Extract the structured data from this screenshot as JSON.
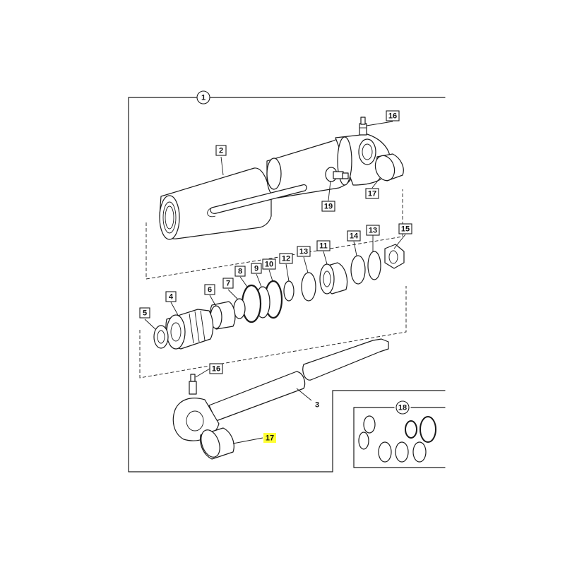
{
  "callouts": [
    {
      "id": "c1",
      "text": "1",
      "shape": "circle"
    },
    {
      "id": "c2",
      "text": "2",
      "shape": "box"
    },
    {
      "id": "c3",
      "text": "3",
      "shape": "plain"
    },
    {
      "id": "c4",
      "text": "4",
      "shape": "box"
    },
    {
      "id": "c5",
      "text": "5",
      "shape": "box"
    },
    {
      "id": "c6",
      "text": "6",
      "shape": "box"
    },
    {
      "id": "c7",
      "text": "7",
      "shape": "box"
    },
    {
      "id": "c8",
      "text": "8",
      "shape": "box"
    },
    {
      "id": "c9",
      "text": "9",
      "shape": "box"
    },
    {
      "id": "c10",
      "text": "10",
      "shape": "box"
    },
    {
      "id": "c11",
      "text": "11",
      "shape": "box"
    },
    {
      "id": "c12",
      "text": "12",
      "shape": "box"
    },
    {
      "id": "c13a",
      "text": "13",
      "shape": "box"
    },
    {
      "id": "c13b",
      "text": "13",
      "shape": "box"
    },
    {
      "id": "c14",
      "text": "14",
      "shape": "box"
    },
    {
      "id": "c15",
      "text": "15",
      "shape": "box"
    },
    {
      "id": "c16a",
      "text": "16",
      "shape": "box"
    },
    {
      "id": "c16b",
      "text": "16",
      "shape": "box"
    },
    {
      "id": "c17a",
      "text": "17",
      "shape": "box"
    },
    {
      "id": "c17b",
      "text": "17",
      "shape": "highlight"
    },
    {
      "id": "c18",
      "text": "18",
      "shape": "circle"
    },
    {
      "id": "c19",
      "text": "19",
      "shape": "box"
    }
  ],
  "colors": {
    "line": "#1a1a1a",
    "background": "#ffffff",
    "highlight": "#ffff33"
  }
}
